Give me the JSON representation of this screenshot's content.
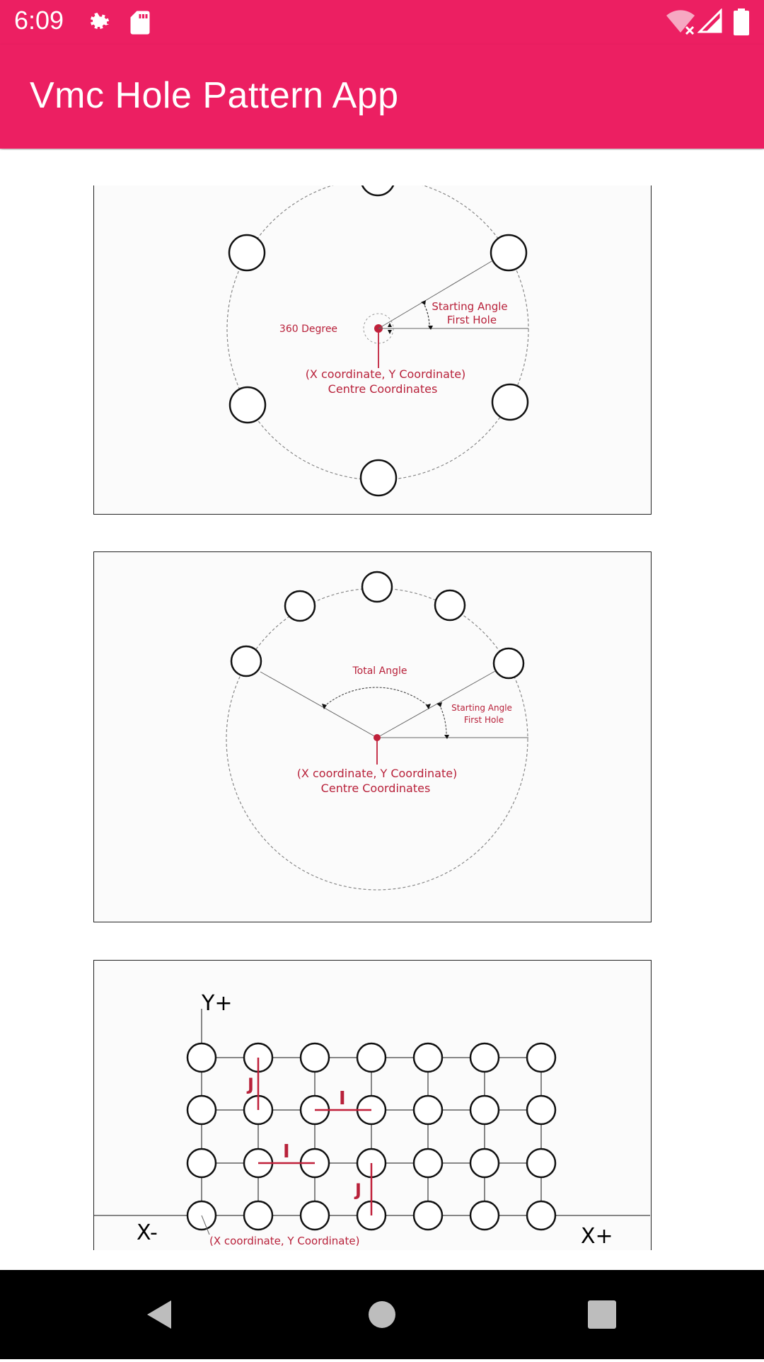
{
  "status_bar": {
    "time": "6:09",
    "icons": [
      "settings-icon",
      "sd-card-icon",
      "wifi-off-icon",
      "cellular-signal-icon",
      "battery-icon"
    ]
  },
  "app_bar": {
    "title": "Vmc Hole Pattern App"
  },
  "colors": {
    "accent": "#ec1f62",
    "annotation": "#b8213a",
    "nav_bar": "#000000"
  },
  "diagrams": [
    {
      "labels": {
        "degree": "360 Degree",
        "starting_angle_1": "Starting Angle",
        "starting_angle_2": "First Hole",
        "coords_1": "(X coordinate, Y Coordinate)",
        "coords_2": "Centre Coordinates"
      }
    },
    {
      "labels": {
        "total_angle": "Total Angle",
        "starting_angle_1": "Starting Angle",
        "starting_angle_2": "First Hole",
        "coords_1": "(X coordinate, Y Coordinate)",
        "coords_2": "Centre Coordinates"
      }
    },
    {
      "labels": {
        "y_plus": "Y+",
        "x_minus": "X-",
        "x_plus": "X+",
        "j": "J",
        "i": "I",
        "coords": "(X coordinate, Y Coordinate)"
      }
    }
  ],
  "nav_bar": {
    "buttons": [
      "back-icon",
      "home-icon",
      "recents-icon"
    ]
  }
}
